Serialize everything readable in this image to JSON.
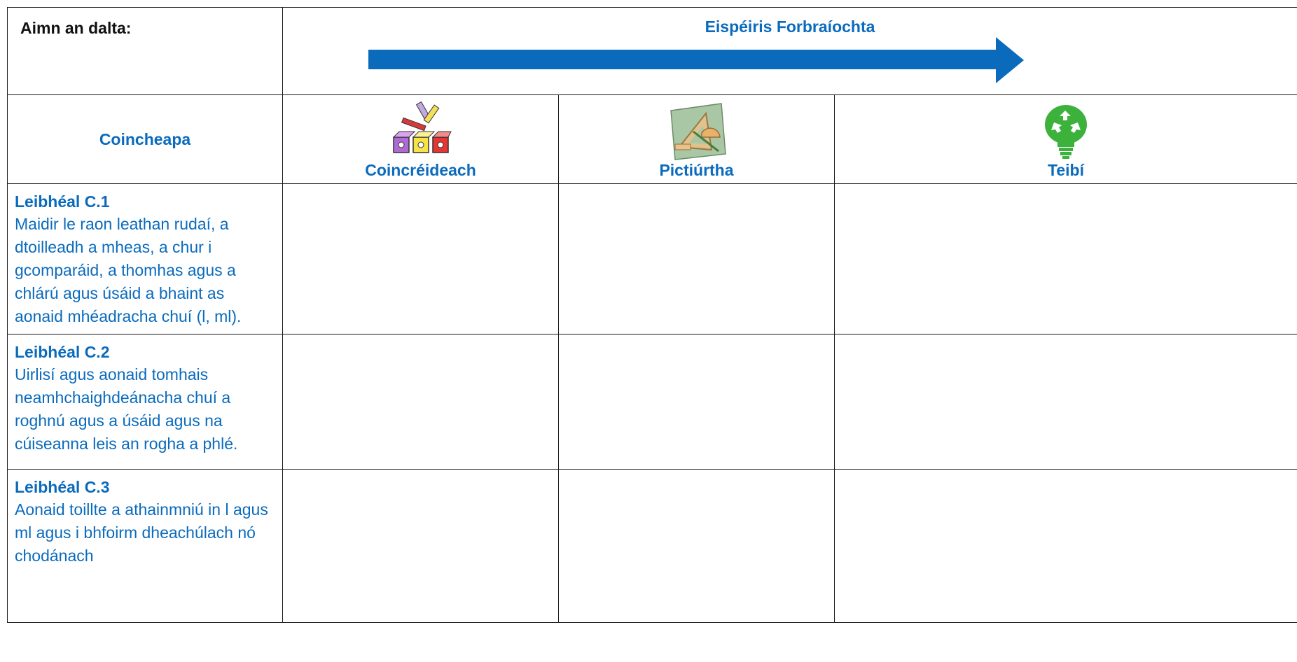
{
  "header": {
    "student_name_label": "Aimn an dalta:",
    "development_title": "Eispéiris Forbraíochta"
  },
  "columns": {
    "concepts_label": "Coincheapa",
    "stages": [
      {
        "label": "Coincréideach",
        "icon": "building-blocks-icon"
      },
      {
        "label": "Pictiúrtha",
        "icon": "geometry-tools-icon"
      },
      {
        "label": "Teibí",
        "icon": "lightbulb-recycle-icon"
      }
    ]
  },
  "levels": [
    {
      "title": "Leibhéal C.1",
      "description": "Maidir le raon leathan rudaí, a dtoilleadh a mheas, a chur i gcomparáid, a thomhas agus a chlárú agus úsáid a bhaint as aonaid mhéadracha chuí (l, ml)."
    },
    {
      "title": "Leibhéal C.2",
      "description": "Uirlisí agus aonaid tomhais neamhchaighdeánacha chuí a roghnú agus a úsáid agus na cúiseanna leis an rogha a phlé."
    },
    {
      "title": "Leibhéal C.3",
      "description": "Aonaid toillte a athainmniú in l agus ml agus i bhfoirm dheachúlach nó chodánach"
    }
  ],
  "colors": {
    "accent": "#0a6bbd",
    "border": "#1a1a1a"
  }
}
